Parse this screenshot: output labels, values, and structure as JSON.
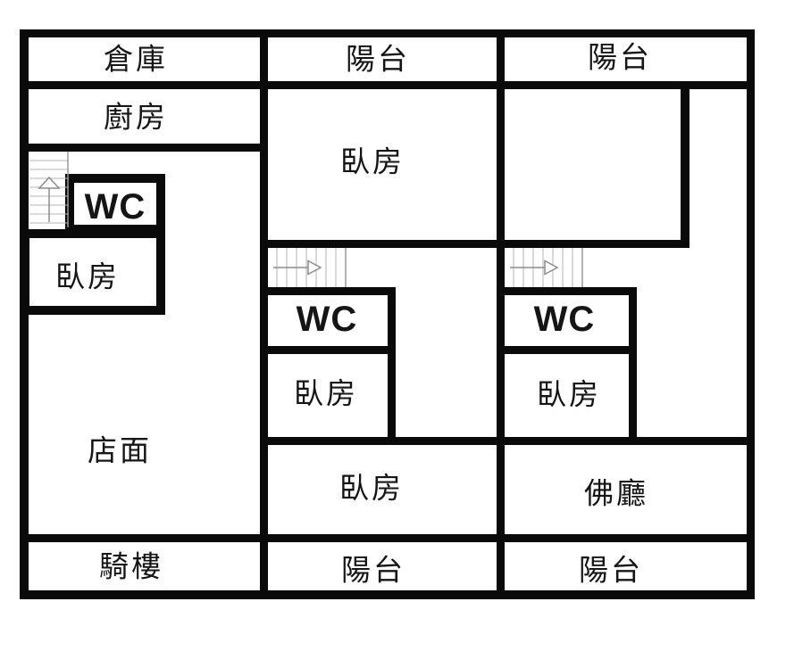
{
  "theme": {
    "background": "#ffffff",
    "wall_color": "#0a0a0a",
    "tread_color": "#b5b5b5",
    "stair_edge_color": "#9a9a9a",
    "arrow_color": "#8c8c8c",
    "text_color": "#151515"
  },
  "plan": {
    "type": "floor-plan",
    "language": "zh-TW"
  },
  "rooms": {
    "storage": {
      "label": "倉庫"
    },
    "kitchen": {
      "label": "廚房"
    },
    "wc_left": {
      "label": "WC"
    },
    "bedroom_left": {
      "label": "臥房"
    },
    "shop": {
      "label": "店面"
    },
    "arcade": {
      "label": "騎樓"
    },
    "balcony_top_middle": {
      "label": "陽台"
    },
    "bedroom_middle_large": {
      "label": "臥房"
    },
    "wc_middle": {
      "label": "WC"
    },
    "bedroom_middle_small": {
      "label": "臥房"
    },
    "bedroom_middle_wide": {
      "label": "臥房"
    },
    "balcony_bottom_middle": {
      "label": "陽台"
    },
    "balcony_top_right": {
      "label": "陽台"
    },
    "wc_right": {
      "label": "WC"
    },
    "bedroom_right_small": {
      "label": "臥房"
    },
    "buddha_hall": {
      "label": "佛廳"
    },
    "balcony_bottom_right": {
      "label": "陽台"
    }
  }
}
